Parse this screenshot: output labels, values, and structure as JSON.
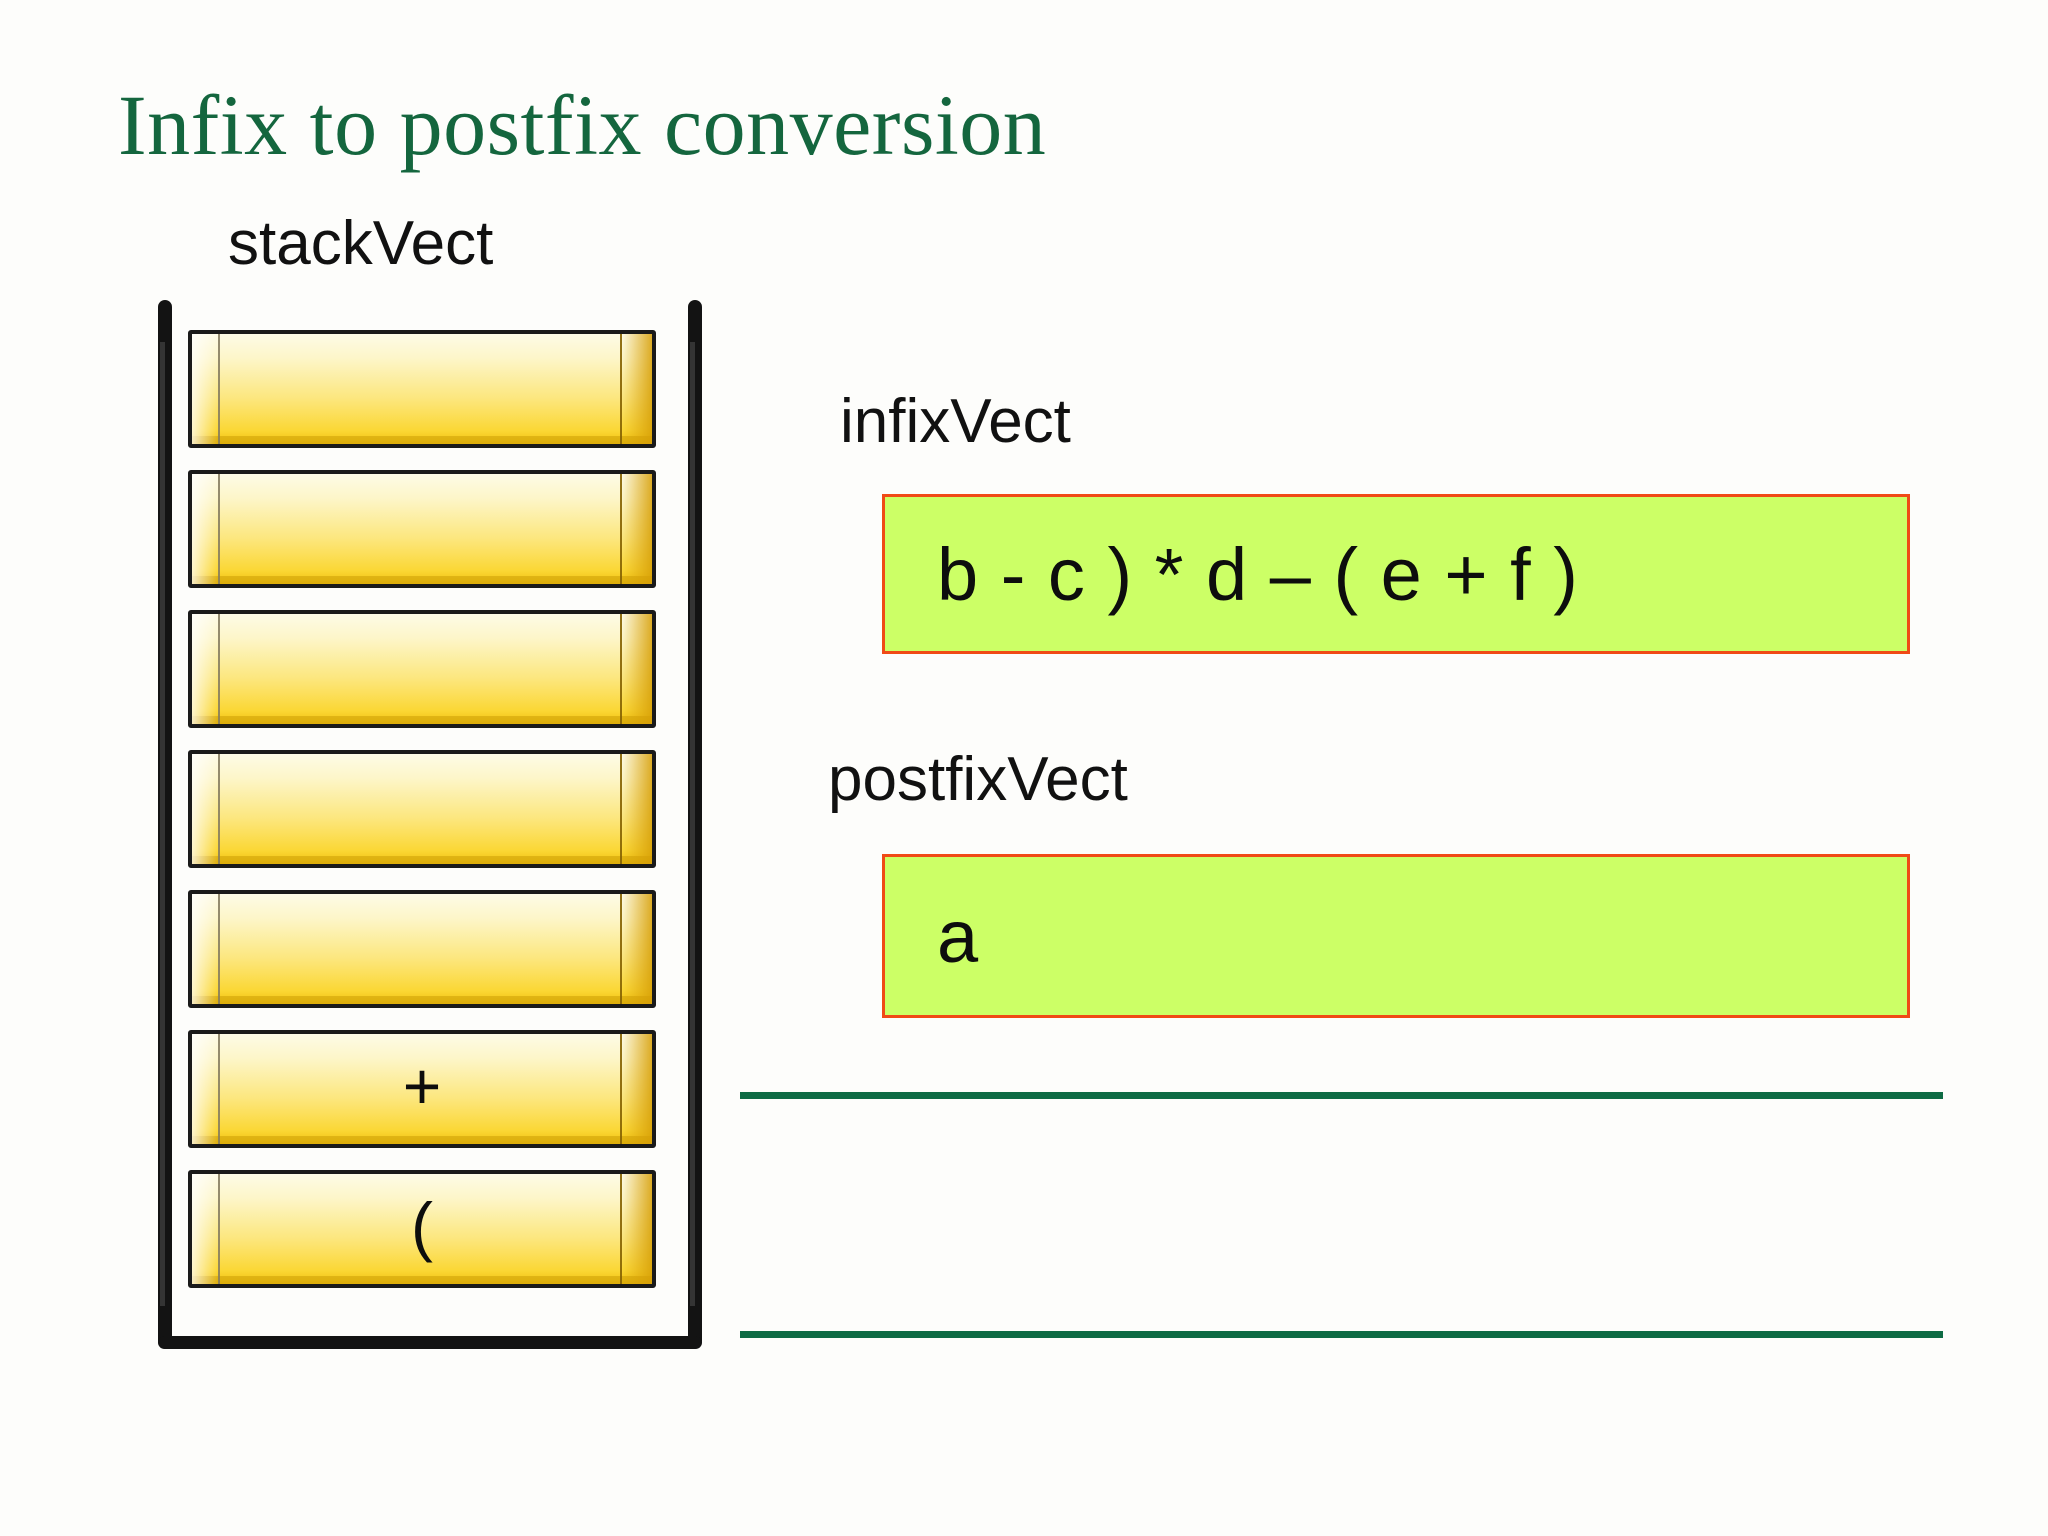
{
  "slide": {
    "title": "Infix to postfix conversion",
    "title_color": "#14663E"
  },
  "stack": {
    "label": "stackVect",
    "cell_count": 7,
    "cells": [
      {
        "value": ""
      },
      {
        "value": ""
      },
      {
        "value": ""
      },
      {
        "value": ""
      },
      {
        "value": ""
      },
      {
        "value": "+"
      },
      {
        "value": "("
      }
    ],
    "cell_fill_top": "#fdfbe6",
    "cell_fill_bottom": "#f0c010",
    "outline_color": "#1a1a1a"
  },
  "infix": {
    "label": "infixVect",
    "text": "b - c ) * d – ( e + f )",
    "box_fill": "#CCFF66",
    "box_border": "#F04A16"
  },
  "postfix": {
    "label": "postfixVect",
    "text": "a",
    "box_fill": "#CCFF66",
    "box_border": "#F04A16"
  },
  "rules": {
    "color": "#0E6B44",
    "count": 2
  }
}
